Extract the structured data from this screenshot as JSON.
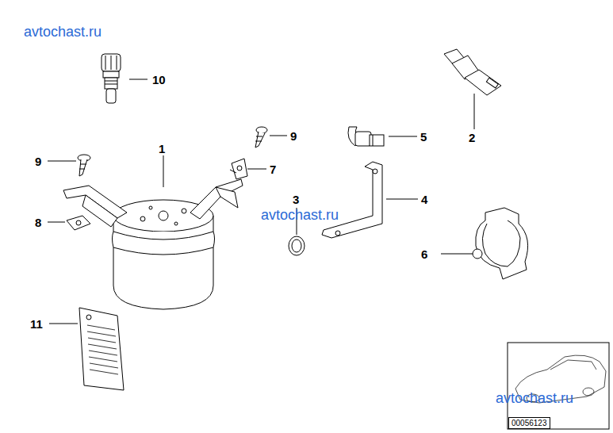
{
  "diagram": {
    "nodes": [
      {
        "text": [
          "00056123"
        ]
      }
    ],
    "labels": [
      "avtochast.ru",
      "10",
      "2",
      "1",
      "9",
      "5",
      "9",
      "7",
      "3",
      "4",
      "8",
      "avtochast.ru",
      "6",
      "11",
      "avtochast.ru"
    ]
  }
}
